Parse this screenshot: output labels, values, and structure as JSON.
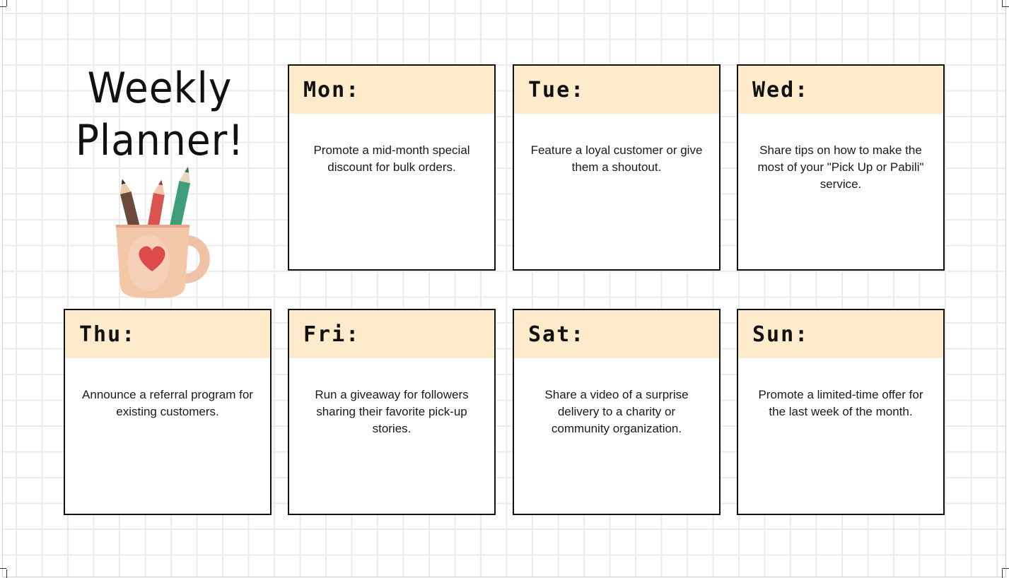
{
  "title": {
    "line1": "Weekly",
    "line2": "Planner!"
  },
  "colors": {
    "header_fill": "#fdebcc",
    "border": "#111111",
    "grid": "#ebebeb"
  },
  "illustration": {
    "icon": "pencil-cup-heart-icon"
  },
  "days": [
    {
      "label": "Mon:",
      "text": "Promote a mid-month special discount for bulk orders."
    },
    {
      "label": "Tue:",
      "text": "Feature a loyal customer or give them a shoutout."
    },
    {
      "label": "Wed:",
      "text": "Share tips on how to make the most of your \"Pick Up or Pabili\" service."
    },
    {
      "label": "Thu:",
      "text": "Announce a referral program for existing customers."
    },
    {
      "label": "Fri:",
      "text": "Run a giveaway for followers sharing their favorite pick-up stories."
    },
    {
      "label": "Sat:",
      "text": "Share a video of a surprise delivery to a charity or community organization."
    },
    {
      "label": "Sun:",
      "text": "Promote a limited-time offer for the last week of the month."
    }
  ]
}
